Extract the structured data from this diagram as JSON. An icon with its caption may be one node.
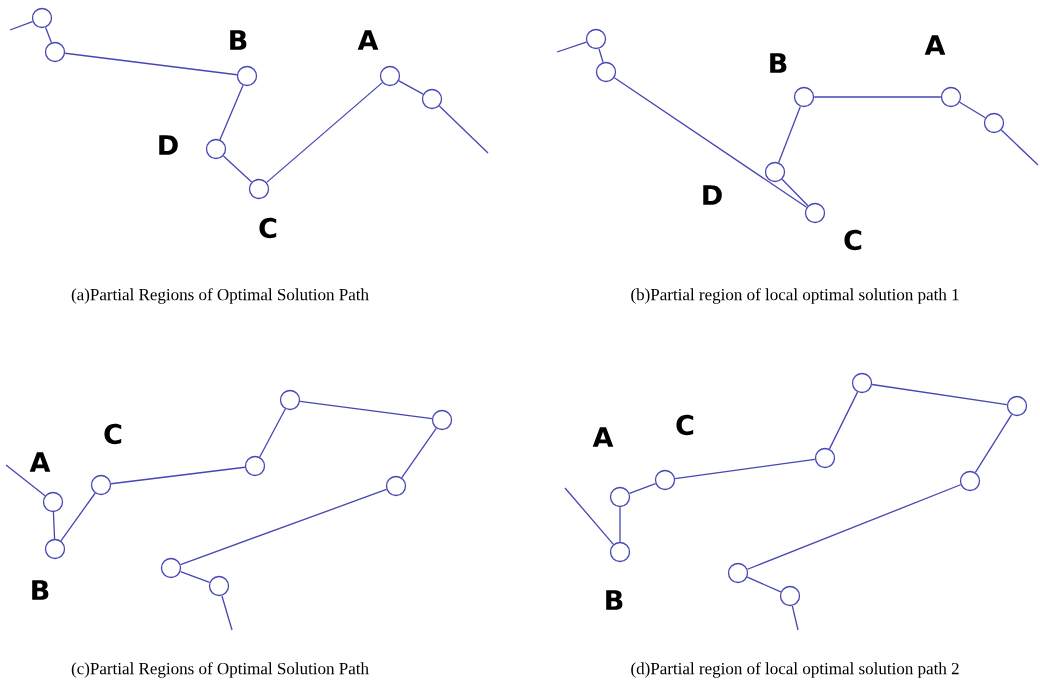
{
  "diagram": {
    "nodes": [
      {
        "text": [],
        "shape": "circle"
      },
      {
        "text": [],
        "shape": "circle"
      },
      {
        "text": [],
        "shape": "circle",
        "beside": [
          "B"
        ]
      },
      {
        "text": [],
        "shape": "circle",
        "beside": [
          "D"
        ]
      },
      {
        "text": [],
        "shape": "circle",
        "beside": [
          "C"
        ]
      },
      {
        "text": [],
        "shape": "circle",
        "beside": [
          "A"
        ]
      },
      {
        "text": [],
        "shape": "circle"
      },
      {
        "text": [],
        "shape": "circle"
      },
      {
        "text": [],
        "shape": "circle"
      },
      {
        "text": [],
        "shape": "circle",
        "beside": [
          "C"
        ]
      },
      {
        "text": [],
        "shape": "circle",
        "beside": [
          "D"
        ]
      },
      {
        "text": [],
        "shape": "circle",
        "beside": [
          "B"
        ]
      },
      {
        "text": [],
        "shape": "circle",
        "beside": [
          "A"
        ]
      },
      {
        "text": [],
        "shape": "circle"
      },
      {
        "text": [],
        "shape": "circle",
        "beside": [
          "A"
        ]
      },
      {
        "text": [],
        "shape": "circle",
        "beside": [
          "B"
        ]
      },
      {
        "text": [],
        "shape": "circle",
        "beside": [
          "C"
        ]
      },
      {
        "text": [],
        "shape": "circle"
      },
      {
        "text": [],
        "shape": "circle"
      },
      {
        "text": [],
        "shape": "circle"
      },
      {
        "text": [],
        "shape": "circle"
      },
      {
        "text": [],
        "shape": "circle"
      },
      {
        "text": [],
        "shape": "circle"
      },
      {
        "text": [],
        "shape": "circle",
        "beside": [
          "B"
        ]
      },
      {
        "text": [],
        "shape": "circle",
        "beside": [
          "A"
        ]
      },
      {
        "text": [],
        "shape": "circle",
        "beside": [
          "C"
        ]
      },
      {
        "text": [],
        "shape": "circle"
      },
      {
        "text": [],
        "shape": "circle"
      },
      {
        "text": [],
        "shape": "circle"
      },
      {
        "text": [],
        "shape": "circle"
      },
      {
        "text": [],
        "shape": "circle"
      },
      {
        "text": [],
        "shape": "circle"
      }
    ],
    "edges": [
      {
        "from": null,
        "to": 0,
        "arrow": "none"
      },
      {
        "from": 0,
        "to": 1,
        "arrow": "none"
      },
      {
        "from": 1,
        "to": 2,
        "arrow": "none"
      },
      {
        "from": 2,
        "to": 3,
        "arrow": "none"
      },
      {
        "from": 3,
        "to": 4,
        "arrow": "none"
      },
      {
        "from": 4,
        "to": 5,
        "arrow": "none"
      },
      {
        "from": 5,
        "to": 6,
        "arrow": "none"
      },
      {
        "from": 6,
        "to": null,
        "arrow": "none"
      },
      {
        "from": null,
        "to": 7,
        "arrow": "none"
      },
      {
        "from": 7,
        "to": 8,
        "arrow": "none"
      },
      {
        "from": 8,
        "to": 9,
        "arrow": "none"
      },
      {
        "from": 9,
        "to": 10,
        "arrow": "none"
      },
      {
        "from": 10,
        "to": 11,
        "arrow": "none"
      },
      {
        "from": 11,
        "to": 12,
        "arrow": "none"
      },
      {
        "from": 12,
        "to": 13,
        "arrow": "none"
      },
      {
        "from": 13,
        "to": null,
        "arrow": "none"
      },
      {
        "from": null,
        "to": 14,
        "arrow": "none"
      },
      {
        "from": 14,
        "to": 15,
        "arrow": "none"
      },
      {
        "from": 15,
        "to": 16,
        "arrow": "none"
      },
      {
        "from": 16,
        "to": 17,
        "arrow": "none"
      },
      {
        "from": 17,
        "to": 18,
        "arrow": "none"
      },
      {
        "from": 18,
        "to": 19,
        "arrow": "none"
      },
      {
        "from": 19,
        "to": 20,
        "arrow": "none"
      },
      {
        "from": 20,
        "to": 21,
        "arrow": "none"
      },
      {
        "from": 21,
        "to": 22,
        "arrow": "none"
      },
      {
        "from": 22,
        "to": null,
        "arrow": "none"
      },
      {
        "from": null,
        "to": 23,
        "arrow": "none"
      },
      {
        "from": 23,
        "to": 24,
        "arrow": "none"
      },
      {
        "from": 24,
        "to": 25,
        "arrow": "none"
      },
      {
        "from": 25,
        "to": 26,
        "arrow": "none"
      },
      {
        "from": 26,
        "to": 27,
        "arrow": "none"
      },
      {
        "from": 27,
        "to": 28,
        "arrow": "none"
      },
      {
        "from": 28,
        "to": 29,
        "arrow": "none"
      },
      {
        "from": 29,
        "to": 30,
        "arrow": "none"
      },
      {
        "from": 30,
        "to": 31,
        "arrow": "none"
      },
      {
        "from": 31,
        "to": null,
        "arrow": "none"
      }
    ],
    "labels": [
      "(a)Partial Regions of Optimal Solution Path",
      "(b)Partial region of local optimal solution path 1",
      "(c)Partial Regions of Optimal Solution Path",
      "(d)Partial region of local optimal solution path 2"
    ]
  }
}
